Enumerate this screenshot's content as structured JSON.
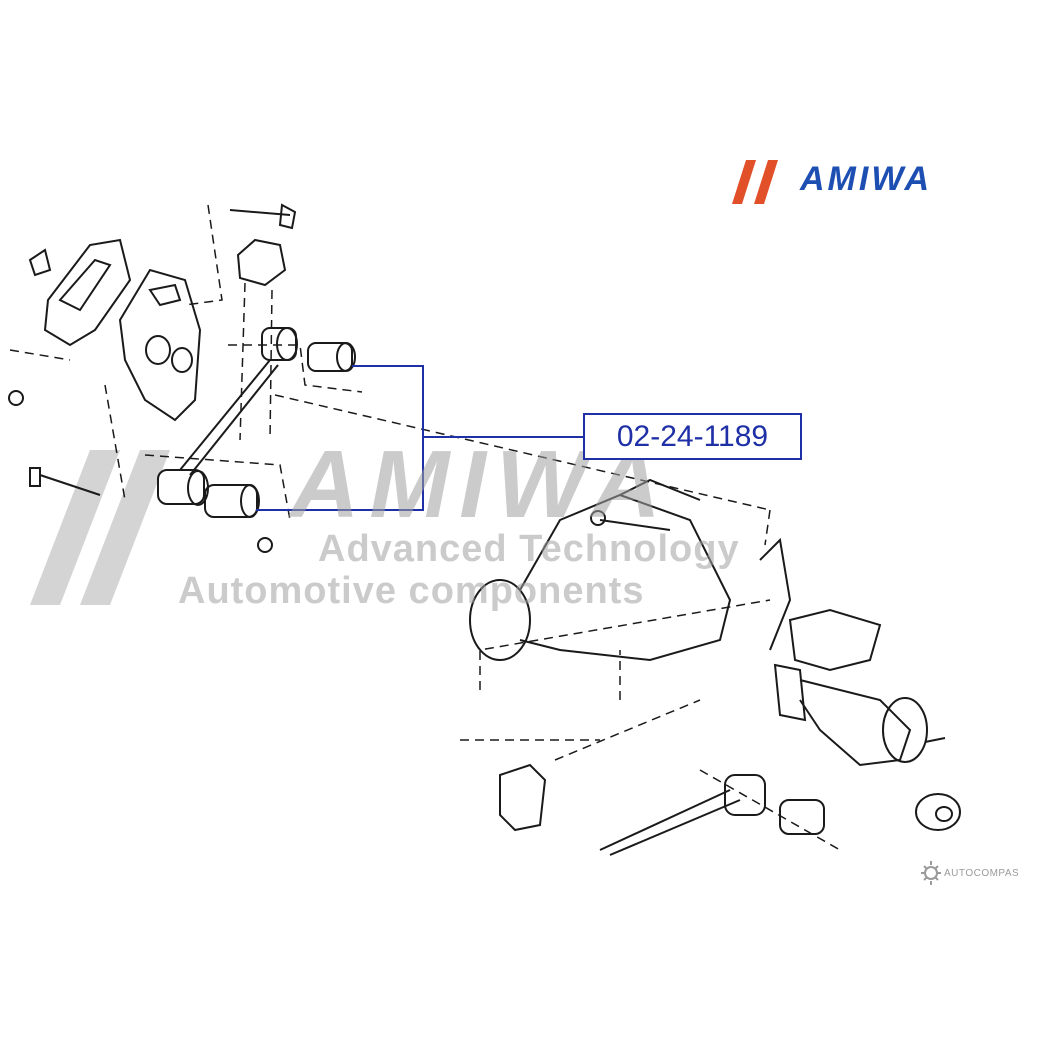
{
  "brand": {
    "logo_text": "AMIWA",
    "accent_color": "#1d4fb3",
    "slash_color": "#e2502a"
  },
  "callout": {
    "part_number": "02-24-1189",
    "line_color": "#1f2fa6"
  },
  "watermark": {
    "brand": "AMIWA",
    "line1": "Advanced Technology",
    "line2": "Automotive components"
  },
  "credit": {
    "text": "AUTOCOMPAS",
    "icon": "gear-icon"
  }
}
